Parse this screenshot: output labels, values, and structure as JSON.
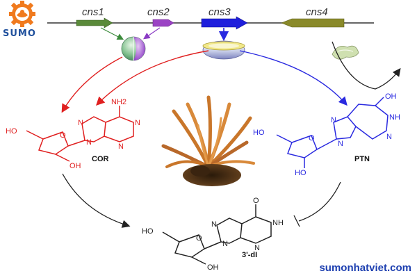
{
  "logo": {
    "text": "SUMO"
  },
  "genes": [
    {
      "name": "cns1",
      "color": "#5a8a3a"
    },
    {
      "name": "cns2",
      "color": "#9b43c4"
    },
    {
      "name": "cns3",
      "color": "#1f1fdc"
    },
    {
      "name": "cns4",
      "color": "#8a8a2a"
    }
  ],
  "compounds": {
    "cor": {
      "label": "COR",
      "color": "#e02020"
    },
    "ptn": {
      "label": "PTN",
      "color": "#2a2ae0"
    },
    "dl": {
      "label": "3'-dI",
      "color": "#111111"
    }
  },
  "atoms": {
    "nh2": "NH2",
    "ho": "HO",
    "oh": "OH",
    "o": "O",
    "n": "N",
    "nh": "NH"
  },
  "watermark": "sumonhatviet.com",
  "colors": {
    "red": "#e02020",
    "blue": "#2a2ae0",
    "black": "#222222",
    "green": "#3a8a3a",
    "purple": "#8a3ac4"
  }
}
